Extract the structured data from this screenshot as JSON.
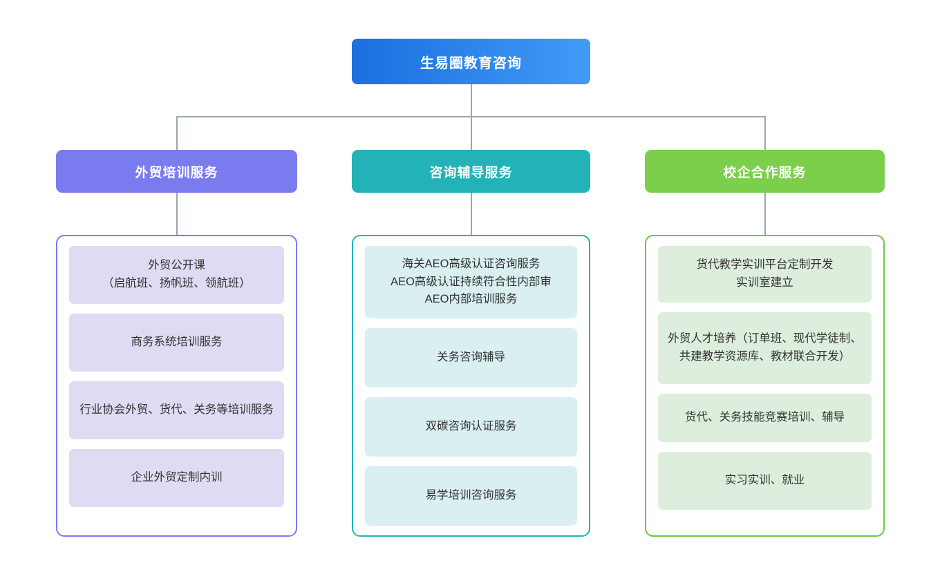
{
  "diagram": {
    "type": "org-chart",
    "orientation": "top-down",
    "root": {
      "label": "生易圈教育咨询",
      "gradient_from": "#1b6fe0",
      "gradient_to": "#409bf5",
      "text_color": "#ffffff"
    },
    "connector_color": "#9aa5b1",
    "branches": [
      {
        "label": "外贸培训服务",
        "header_color": "#7b7bf0",
        "border_color": "#7b7bf0",
        "card_color": "#dedbf2",
        "items": [
          "外贸公开课\n（启航班、扬帆班、领航班）",
          "商务系统培训服务",
          "行业协会外贸、货代、关务等培训服务",
          "企业外贸定制内训"
        ]
      },
      {
        "label": "咨询辅导服务",
        "header_color": "#23b2b8",
        "border_color": "#20b2ba",
        "card_color": "#d9eff0",
        "items": [
          "海关AEO高级认证咨询服务\nAEO高级认证持续符合性内部审\nAEO内部培训服务",
          "关务咨询辅导",
          "双碳咨询认证服务",
          "易学培训咨询服务"
        ]
      },
      {
        "label": "校企合作服务",
        "header_color": "#7ccf4b",
        "border_color": "#6ac83c",
        "card_color": "#ddeedc",
        "items": [
          "货代教学实训平台定制开发\n实训室建立",
          "外贸人才培养（订单班、现代学徒制、共建教学资源库、教材联合开发）",
          "货代、关务技能竞赛培训、辅导",
          "实习实训、就业"
        ]
      }
    ]
  }
}
